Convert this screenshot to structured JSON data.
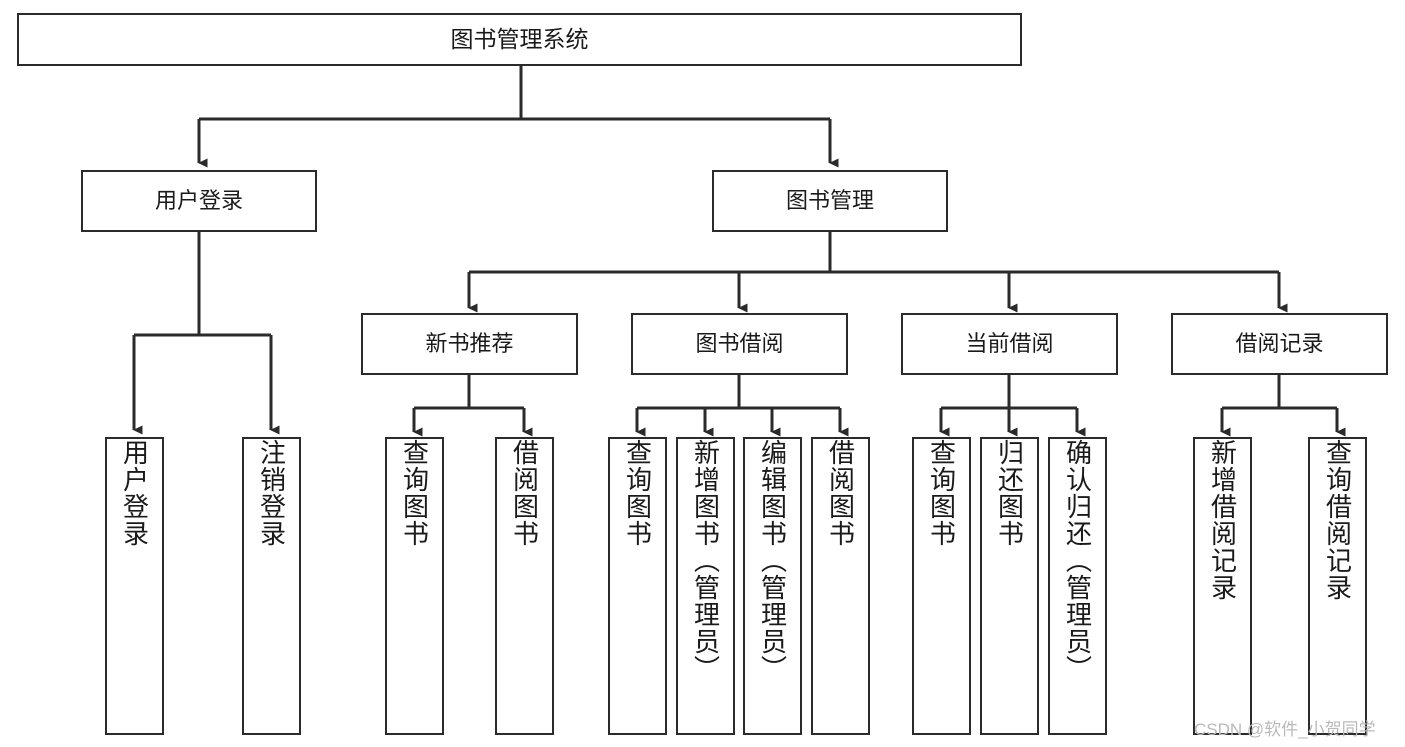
{
  "diagram": {
    "title": "图书管理系统",
    "type": "hierarchy-tree",
    "colors": {
      "box_border": "#2b2b2b",
      "box_fill": "#ffffff",
      "connector": "#2b2b2b",
      "text": "#1a1a1a",
      "watermark": "#b9b9b9"
    },
    "root": {
      "label": "图书管理系统"
    },
    "level2": [
      {
        "label": "用户登录"
      },
      {
        "label": "图书管理"
      }
    ],
    "level3": [
      {
        "label": "新书推荐"
      },
      {
        "label": "图书借阅"
      },
      {
        "label": "当前借阅"
      },
      {
        "label": "借阅记录"
      }
    ],
    "leaves": {
      "user_login": [
        {
          "label": "用户登录"
        },
        {
          "label": "注销登录"
        }
      ],
      "new_book_recommend": [
        {
          "label": "查询图书"
        },
        {
          "label": "借阅图书"
        }
      ],
      "book_borrow": [
        {
          "label": "查询图书"
        },
        {
          "label": "新增图书（管理员）"
        },
        {
          "label": "编辑图书（管理员）"
        },
        {
          "label": "借阅图书"
        }
      ],
      "current_borrow": [
        {
          "label": "查询图书"
        },
        {
          "label": "归还图书"
        },
        {
          "label": "确认归还（管理员）"
        }
      ],
      "borrow_record": [
        {
          "label": "新增借阅记录"
        },
        {
          "label": "查询借阅记录"
        }
      ]
    },
    "watermark": "CSDN @软件_小贺同学"
  }
}
